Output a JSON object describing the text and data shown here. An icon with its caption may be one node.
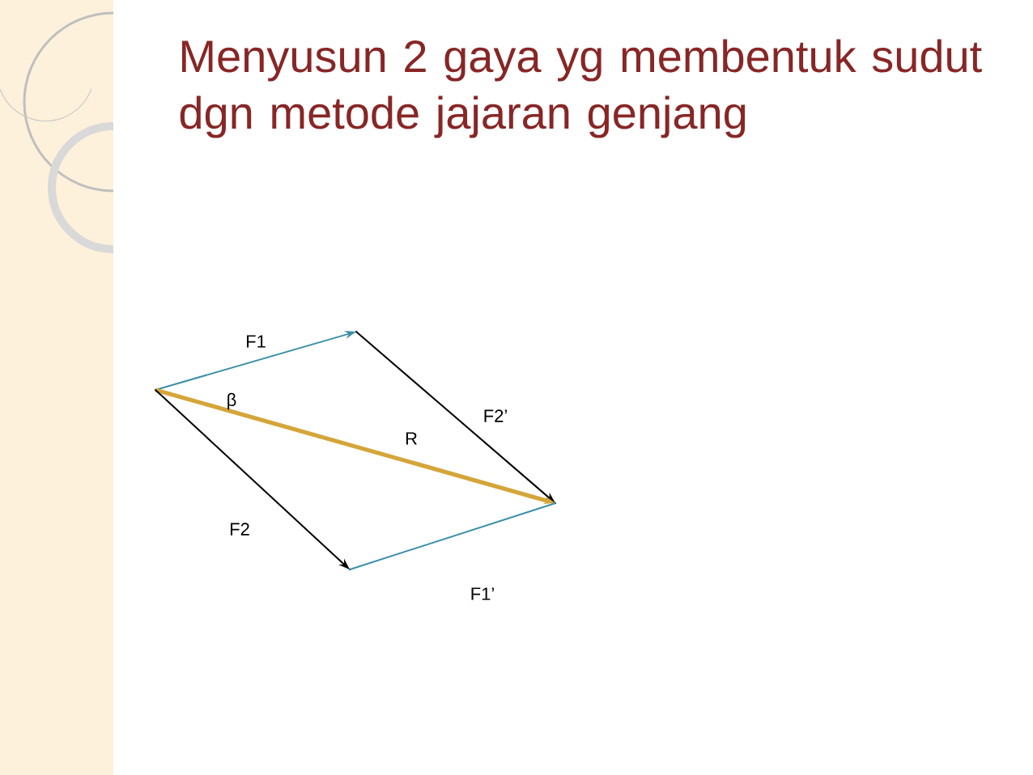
{
  "diagram": {
    "title": "Menyusun 2 gaya yg membentuk sudut dgn metode jajaran genjang",
    "nodes": [
      {
        "text": [],
        "shape": "point"
      },
      {
        "text": [],
        "shape": "point"
      },
      {
        "text": [],
        "shape": "point"
      },
      {
        "text": [],
        "shape": "point"
      }
    ],
    "edges": [
      {
        "from": 0,
        "to": 1,
        "arrow": "to",
        "label": "F1",
        "color": "#3a8fa8"
      },
      {
        "from": 1,
        "to": 2,
        "arrow": "to",
        "label": "F2’",
        "color": "#000000"
      },
      {
        "from": 0,
        "to": 2,
        "arrow": "to",
        "label": "R",
        "color": "#d4a53a",
        "style": "thick"
      },
      {
        "from": 0,
        "to": 3,
        "arrow": "to",
        "label": "F2",
        "color": "#000000"
      },
      {
        "from": 3,
        "to": 2,
        "arrow": "none",
        "label": "F1’",
        "color": "#3a8fa8"
      }
    ],
    "labels": [
      "β"
    ]
  }
}
